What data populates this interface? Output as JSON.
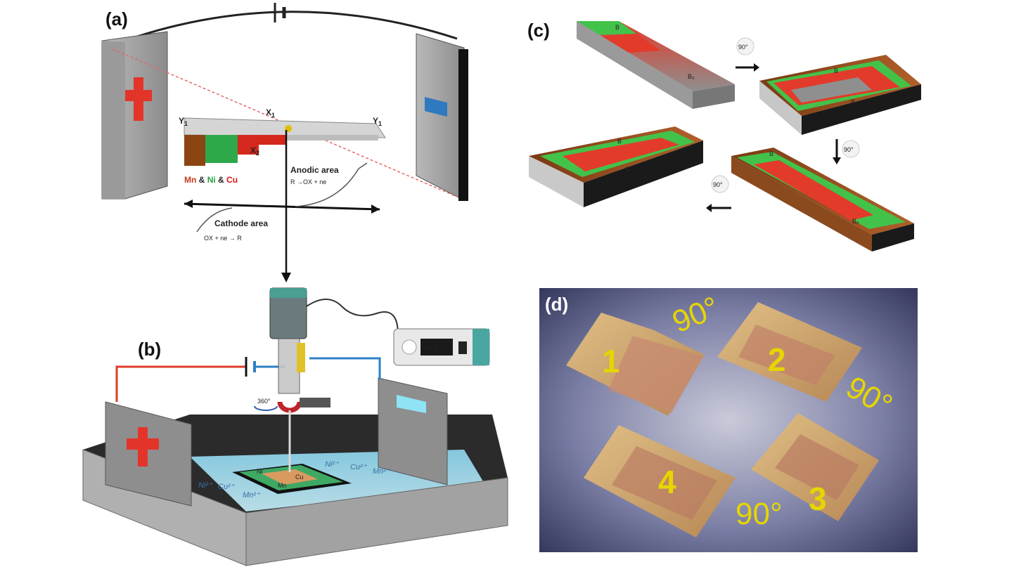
{
  "panels": {
    "a": {
      "label": "(a)",
      "x_label": "X",
      "x_sub": "1",
      "y_left": "Y",
      "y_right": "Y",
      "y_sub": "1",
      "x2": "X",
      "x2_sub": "2",
      "legend": [
        {
          "text": "Mn",
          "color": "#c23a1a"
        },
        {
          "text": "&",
          "color": "#222222"
        },
        {
          "text": "Ni",
          "color": "#2aa040"
        },
        {
          "text": "&",
          "color": "#222222"
        },
        {
          "text": "Cu",
          "color": "#e01010"
        }
      ],
      "anodic_area": "Anodic area",
      "anodic_eq": "R →OX + ne",
      "cathode_area": "Cathode area",
      "cathode_eq": "OX + ne → R"
    },
    "b": {
      "label": "(b)",
      "rotation": "360°",
      "display": "01.V",
      "ions": [
        "Ni²⁺",
        "Cu²⁺",
        "Mn²⁺",
        "Ni²⁺",
        "Cu²⁺",
        "Mn²⁺"
      ],
      "substrate_labels": [
        "Ni",
        "Cu",
        "Mn"
      ]
    },
    "c": {
      "label": "(c)",
      "rotations": [
        "90°",
        "90°",
        "90°"
      ],
      "edge_marks": [
        "B",
        "B₀"
      ]
    },
    "d": {
      "label": "(d)",
      "samples": [
        "1",
        "2",
        "3",
        "4"
      ],
      "angles": [
        "90°",
        "90°",
        "90°"
      ]
    }
  }
}
